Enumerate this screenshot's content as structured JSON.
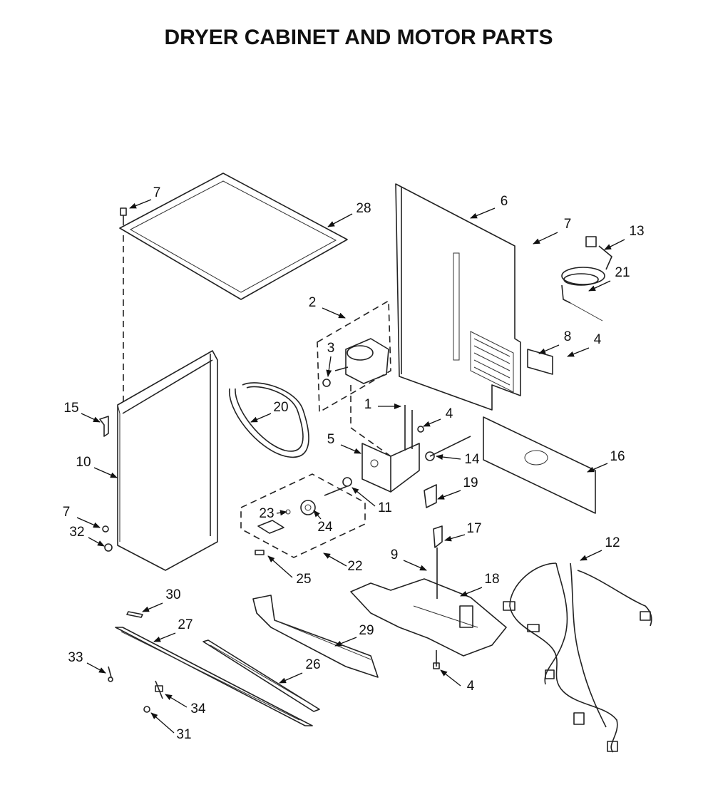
{
  "title": "DRYER CABINET AND MOTOR PARTS",
  "callouts": {
    "c1": "1",
    "c2": "2",
    "c3": "3",
    "c4a": "4",
    "c4b": "4",
    "c4c": "4",
    "c5": "5",
    "c6": "6",
    "c7a": "7",
    "c7b": "7",
    "c7c": "7",
    "c8": "8",
    "c9": "9",
    "c10": "10",
    "c11": "11",
    "c12": "12",
    "c13": "13",
    "c14": "14",
    "c15": "15",
    "c16": "16",
    "c17": "17",
    "c18": "18",
    "c19": "19",
    "c20": "20",
    "c21": "21",
    "c22": "22",
    "c23": "23",
    "c24": "24",
    "c25": "25",
    "c26": "26",
    "c27": "27",
    "c28": "28",
    "c29": "29",
    "c30": "30",
    "c31": "31",
    "c32": "32",
    "c33": "33",
    "c34": "34"
  }
}
